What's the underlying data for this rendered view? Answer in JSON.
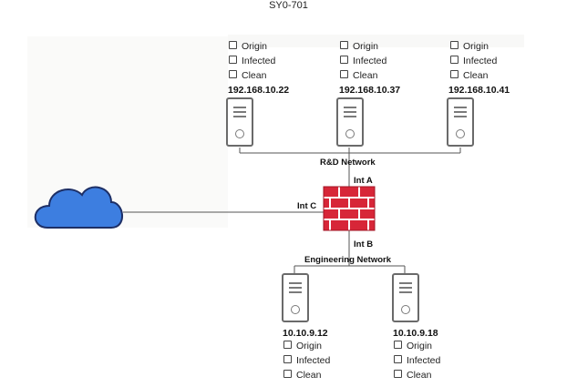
{
  "title": "SY0-701",
  "rd_network": {
    "label": "R&D Network",
    "hosts": [
      {
        "ip": "192.168.10.22",
        "options": [
          "Origin",
          "Infected",
          "Clean"
        ]
      },
      {
        "ip": "192.168.10.37",
        "options": [
          "Origin",
          "Infected",
          "Clean"
        ]
      },
      {
        "ip": "192.168.10.41",
        "options": [
          "Origin",
          "Infected",
          "Clean"
        ]
      }
    ]
  },
  "engineering_network": {
    "label": "Engineering Network",
    "hosts": [
      {
        "ip": "10.10.9.12",
        "options": [
          "Origin",
          "Infected",
          "Clean"
        ]
      },
      {
        "ip": "10.10.9.18",
        "options": [
          "Origin",
          "Infected",
          "Clean"
        ]
      }
    ]
  },
  "firewall": {
    "interfaces": {
      "a": "Int A",
      "b": "Int B",
      "c": "Int C"
    },
    "color": "#d72638"
  },
  "colors": {
    "cloud": "#3d7ee0",
    "link": "#555555"
  }
}
